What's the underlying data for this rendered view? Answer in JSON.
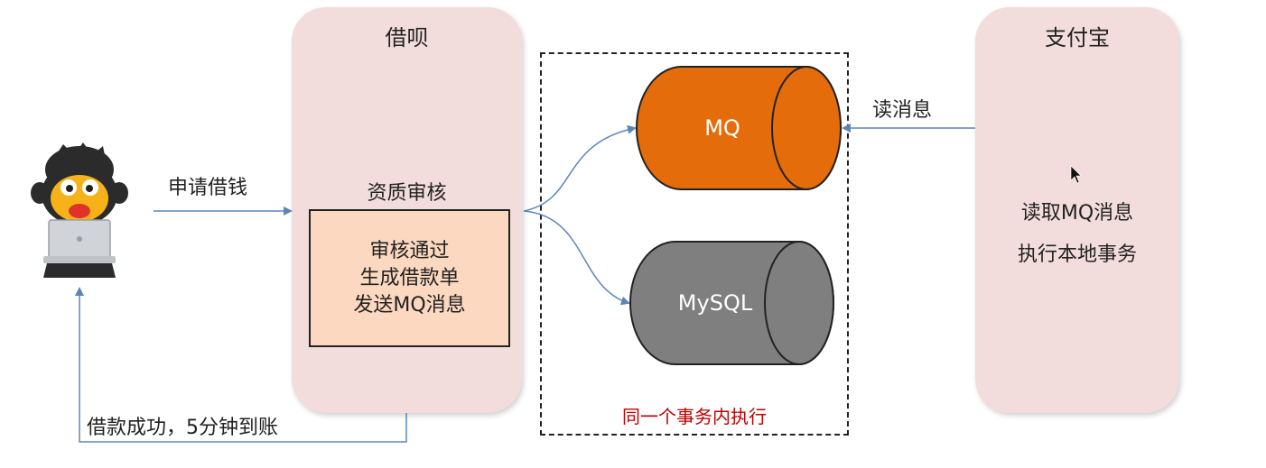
{
  "jiebei": {
    "title": "借呗",
    "review_label": "资质审核",
    "box_lines": [
      "审核通过",
      "生成借款单",
      "发送MQ消息"
    ]
  },
  "alipay": {
    "title": "支付宝",
    "lines": [
      "读取MQ消息",
      "执行本地事务"
    ]
  },
  "user": {
    "icon": "monkey-laptop-icon",
    "apply_label": "申请借钱",
    "result_label": "借款成功，5分钟到账"
  },
  "transaction": {
    "note": "同一个事务内执行",
    "note_color": "#c00000"
  },
  "mq": {
    "label": "MQ",
    "color": "#e46c0a"
  },
  "mysql": {
    "label": "MySQL",
    "color": "#7f7f7f"
  },
  "read_label": "读消息",
  "arrow_color": "#5b86b8"
}
